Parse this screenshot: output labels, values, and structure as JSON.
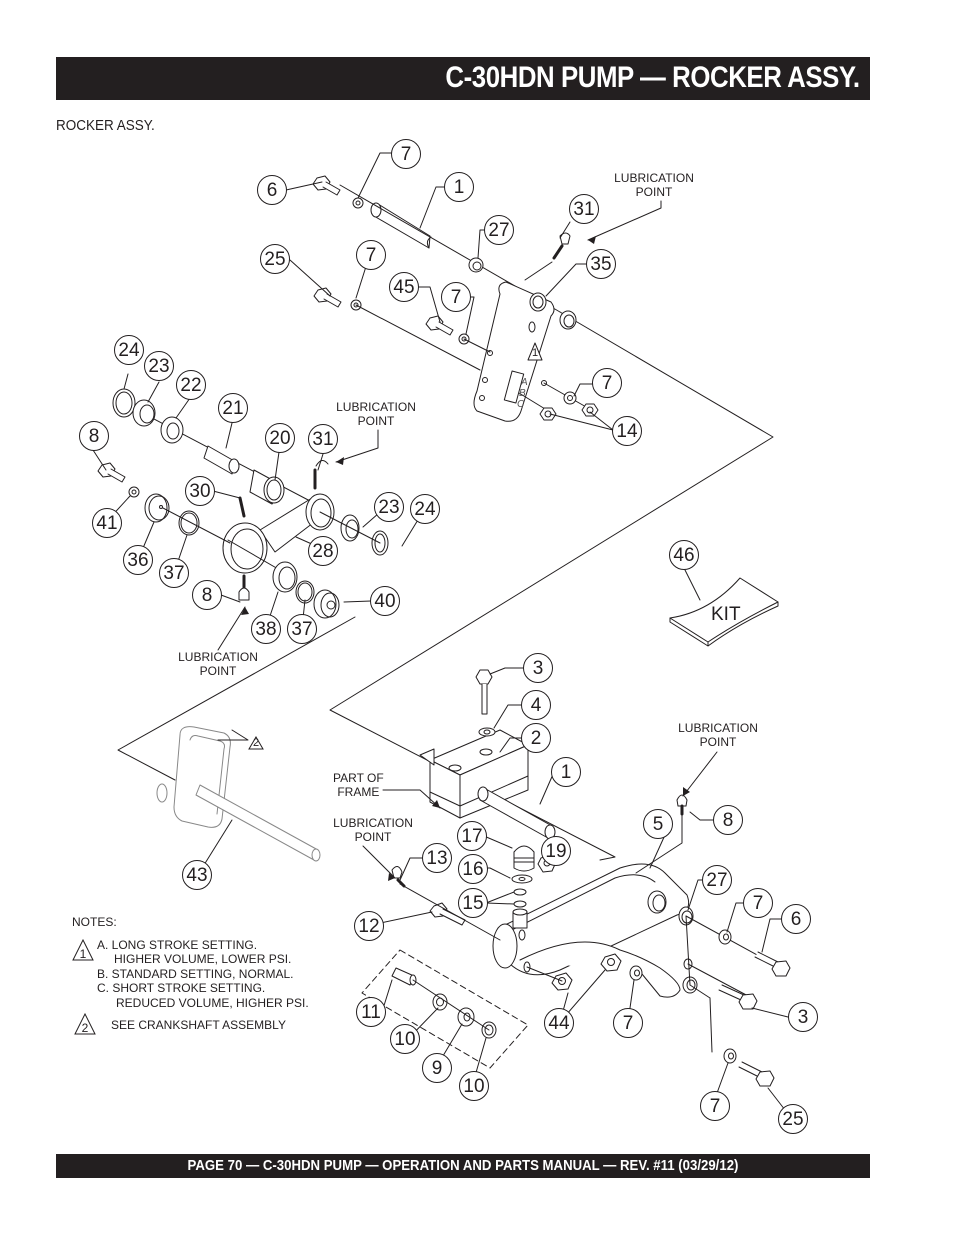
{
  "header": {
    "title": "C-30HDN PUMP — ROCKER ASSY."
  },
  "section": {
    "label": "ROCKER ASSY."
  },
  "footer": {
    "text": "PAGE 70 — C-30HDN PUMP — OPERATION AND PARTS MANUAL — REV. #11 (03/29/12)"
  },
  "lubrication_label": {
    "line1": "LUBRICATION",
    "line2": "POINT"
  },
  "frame_label": {
    "line1": "PART OF",
    "line2": "FRAME"
  },
  "kit_label": "KIT",
  "hole_settings": [
    "A",
    "B",
    "C"
  ],
  "callouts": {
    "c7a": "7",
    "c6a": "6",
    "c1a": "1",
    "c27a": "27",
    "c31a": "31",
    "c35": "35",
    "c25a": "25",
    "c7b": "7",
    "c45": "45",
    "c7c": "7",
    "c7d": "7",
    "c14": "14",
    "c24a": "24",
    "c23a": "23",
    "c22": "22",
    "c21": "21",
    "c8a": "8",
    "c20": "20",
    "c31b": "31",
    "c30": "30",
    "c41": "41",
    "c23b": "23",
    "c24b": "24",
    "c36": "36",
    "c37a": "37",
    "c28": "28",
    "c8b": "8",
    "c38": "38",
    "c37b": "37",
    "c40": "40",
    "c46": "46",
    "c3a": "3",
    "c4": "4",
    "c2": "2",
    "c1b": "1",
    "c8c": "8",
    "c5": "5",
    "c17": "17",
    "c19": "19",
    "c13": "13",
    "c16": "16",
    "c15": "15",
    "c27b": "27",
    "c7e": "7",
    "c6b": "6",
    "c12": "12",
    "c11": "11",
    "c10a": "10",
    "c9": "9",
    "c10b": "10",
    "c44": "44",
    "c7f": "7",
    "c3b": "3",
    "c7g": "7",
    "c25b": "25",
    "c43": "43"
  },
  "note_markers": {
    "note1": "1",
    "note2": "2"
  },
  "notes": {
    "title": "NOTES:",
    "note1_lines": [
      "A. LONG STROKE SETTING.",
      "HIGHER VOLUME, LOWER PSI.",
      "B. STANDARD SETTING, NORMAL.",
      "C. SHORT STROKE SETTING.",
      "REDUCED VOLUME, HIGHER PSI."
    ],
    "note2_text": "SEE CRANKSHAFT ASSEMBLY"
  }
}
